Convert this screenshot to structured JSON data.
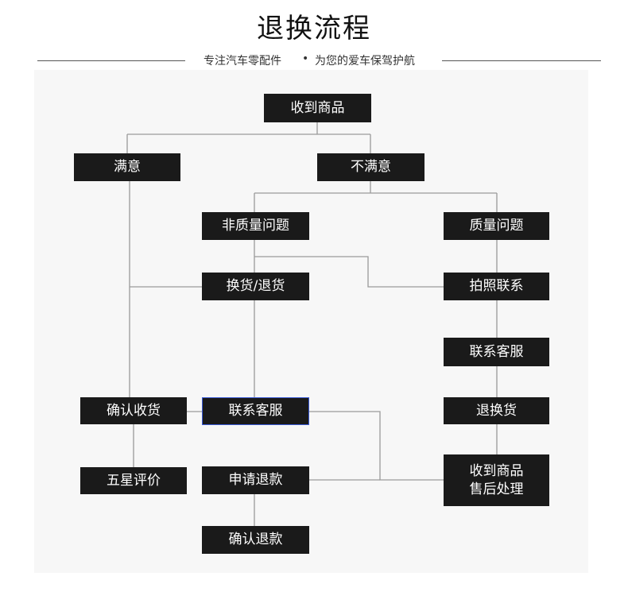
{
  "page": {
    "title": "退换流程",
    "subtitle_left": "专注汽车零配件",
    "subtitle_dot": "•",
    "subtitle_right": "为您的爱车保驾护航"
  },
  "nodes": {
    "receive_goods": "收到商品",
    "satisfied": "满意",
    "unsatisfied": "不满意",
    "non_quality_issue": "非质量问题",
    "quality_issue": "质量问题",
    "exchange_return": "换货/退货",
    "take_photo_contact": "拍照联系",
    "contact_service_right": "联系客服",
    "confirm_receipt": "确认收货",
    "contact_service_mid": "联系客服",
    "return_exchange": "退换货",
    "five_star_review": "五星评价",
    "apply_refund": "申请退款",
    "after_sales_line1": "收到商品",
    "after_sales_line2": "售后处理",
    "confirm_refund": "确认退款"
  },
  "colors": {
    "node_bg": "#1a1a1a",
    "node_text": "#ffffff",
    "connector": "#9a9a9a",
    "highlight_border": "#3b5bd6"
  }
}
